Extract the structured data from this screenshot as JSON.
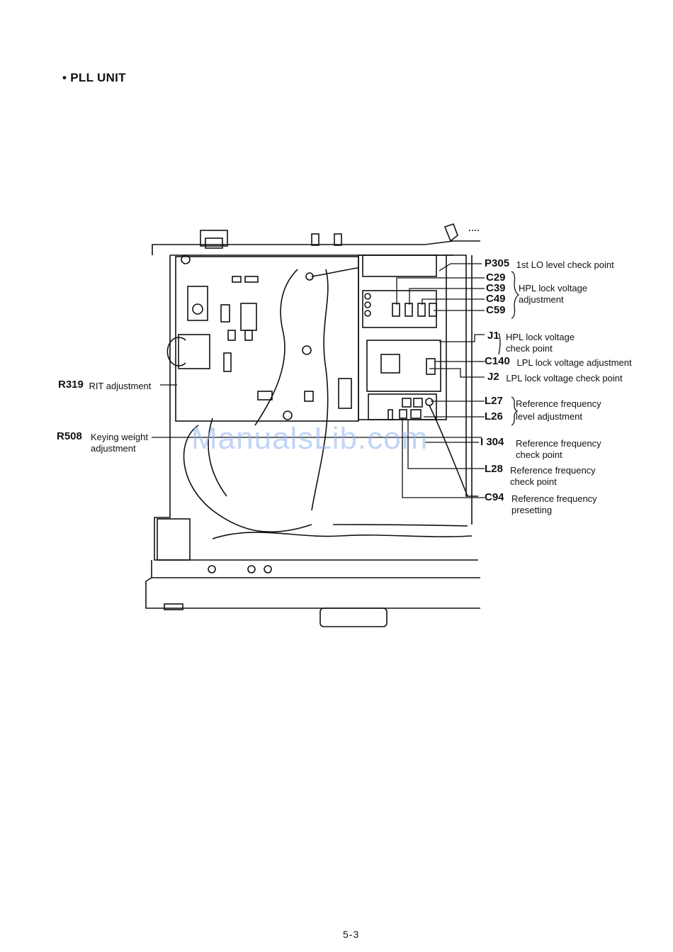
{
  "header": {
    "title": "• PLL UNIT"
  },
  "watermark": "ManualsLib.com",
  "callouts": {
    "p305": {
      "ref": "P305",
      "desc": "1st LO level check point"
    },
    "c29": {
      "ref": "C29"
    },
    "c39": {
      "ref": "C39"
    },
    "c49": {
      "ref": "C49"
    },
    "c59": {
      "ref": "C59"
    },
    "hpl_adj": {
      "line1": "HPL lock voltage",
      "line2": "adjustment"
    },
    "j1": {
      "ref": "J1",
      "line1": "HPL lock voltage",
      "line2": "check point"
    },
    "c140": {
      "ref": "C140",
      "desc": "LPL lock voltage adjustment"
    },
    "j2": {
      "ref": "J2",
      "desc": "LPL lock voltage check point"
    },
    "l27": {
      "ref": "L27"
    },
    "l26": {
      "ref": "L26"
    },
    "ref_level": {
      "line1": "Reference frequency",
      "line2": "level adjustment"
    },
    "i304": {
      "ref": "I 304",
      "line1": "Reference frequency",
      "line2": "check point"
    },
    "l28": {
      "ref": "L28",
      "line1": "Reference frequency",
      "line2": "check point"
    },
    "c94": {
      "ref": "C94",
      "line1": "Reference frequency",
      "line2": "presetting"
    },
    "r319": {
      "ref": "R319",
      "desc": "RIT adjustment"
    },
    "r508": {
      "ref": "R508",
      "line1": "Keying weight",
      "line2": "adjustment"
    }
  },
  "footer": {
    "page_number": "5-3"
  }
}
